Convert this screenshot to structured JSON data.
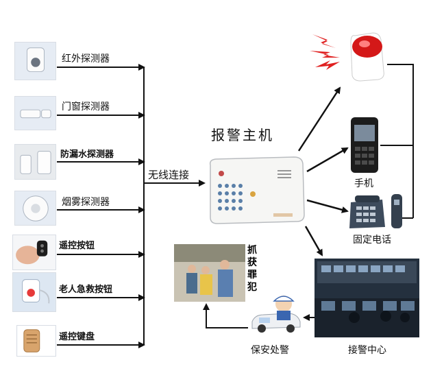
{
  "detectors": [
    {
      "label": "红外探测器",
      "icon": "infrared-detector-icon",
      "style": "norm"
    },
    {
      "label": "门窗探测器",
      "icon": "door-window-sensor-icon",
      "style": "norm"
    },
    {
      "label": "防漏水探测器",
      "icon": "water-leak-detector-icon",
      "style": "bold"
    },
    {
      "label": "烟雾探测器",
      "icon": "smoke-detector-icon",
      "style": "norm"
    },
    {
      "label": "遥控按钮",
      "icon": "remote-button-icon",
      "style": "bold"
    },
    {
      "label": "老人急救按钮",
      "icon": "elderly-emergency-button-icon",
      "style": "bold"
    },
    {
      "label": "遥控键盘",
      "icon": "remote-keypad-icon",
      "style": "bold"
    }
  ],
  "wireless_label": "无线连接",
  "host": {
    "title": "报警主机",
    "icon": "alarm-host-panel-icon"
  },
  "outputs": {
    "siren_icon": "siren-icon",
    "mobile": {
      "label": "手机",
      "icon": "mobile-phone-icon"
    },
    "landline": {
      "label": "固定电话",
      "icon": "landline-phone-icon"
    },
    "center": {
      "label": "接警中心",
      "icon": "monitoring-center-icon"
    },
    "security": {
      "label": "保安处警",
      "icon": "security-guard-icon"
    },
    "arrest": {
      "label": "抓获罪犯",
      "icon": "arrest-photo-icon"
    }
  },
  "colors": {
    "line": "#111111",
    "siren_red": "#e02020",
    "panel": "#f4f4f2"
  }
}
